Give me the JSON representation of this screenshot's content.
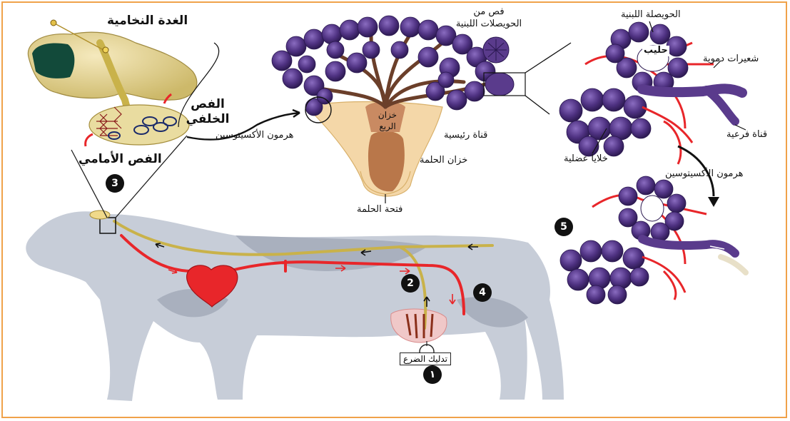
{
  "labels": {
    "pituitary": "الغدة النخامية",
    "posterior_lobe_1": "الفص",
    "posterior_lobe_2": "الخلفي",
    "anterior_lobe": "الفص الأمامي",
    "oxytocin_left": "هرمون الأكسيتوسين",
    "alveoli_lobe_1": "فص من",
    "alveoli_lobe_2": "الحويصلات اللبنية",
    "cistern_1": "خزان",
    "cistern_2": "الربع",
    "main_duct": "قناة رئيسية",
    "teat_cistern": "خزان الحلمة",
    "teat_opening": "فتحة الحلمة",
    "alveolus": "الحويصلة اللبنية",
    "milk": "حليب",
    "capillaries": "شعيرات دموية",
    "branch_duct": "قناة فرعية",
    "muscle_cells": "خلايا عضلية",
    "oxytocin_right": "هرمون الأكسيتوسين",
    "udder_massage": "تدليك الضرع"
  },
  "steps": [
    "١",
    "2",
    "3",
    "4",
    "5"
  ],
  "colors": {
    "frame": "#f0a24a",
    "cow_body": "#c7cdd8",
    "cow_shade": "#a9b0be",
    "nerve": "#c9b24a",
    "blood": "#e8262a",
    "alveoli": "#4a2f7a",
    "alveoli_light": "#6a4c9c",
    "duct": "#6b3f2a",
    "teat": "#f4d7a8",
    "brain": "#e6d59a"
  }
}
